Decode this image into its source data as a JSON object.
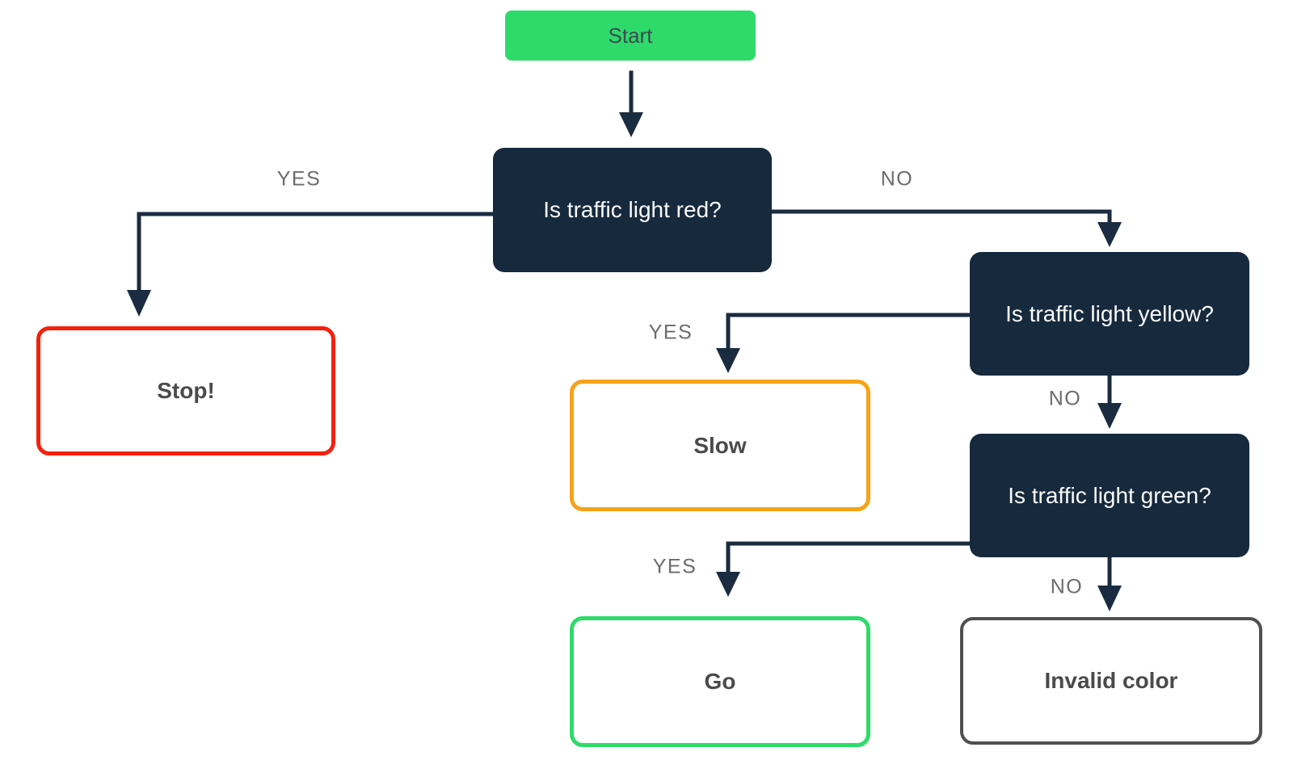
{
  "diagram": {
    "nodes": {
      "start": {
        "label": "Start",
        "type": "start",
        "fill": "#2EDB6A",
        "text_color": "#3D4A53"
      },
      "q_red": {
        "label": "Is traffic light red?",
        "type": "decision",
        "fill": "#16293D",
        "text_color": "#FAFAFA"
      },
      "q_yellow": {
        "label": "Is traffic light yellow?",
        "type": "decision",
        "fill": "#16293D",
        "text_color": "#FAFAFA"
      },
      "q_green": {
        "label": "Is traffic light green?",
        "type": "decision",
        "fill": "#16293D",
        "text_color": "#FAFAFA"
      },
      "stop": {
        "label": "Stop!",
        "type": "outcome",
        "border_color": "#F2220F",
        "text_color": "#4A4A4A"
      },
      "slow": {
        "label": "Slow",
        "type": "outcome",
        "border_color": "#F7A219",
        "text_color": "#4A4A4A"
      },
      "go": {
        "label": "Go",
        "type": "outcome",
        "border_color": "#2EDB6A",
        "text_color": "#4A4A4A"
      },
      "invalid": {
        "label": "Invalid color",
        "type": "outcome",
        "border_color": "#4F4F4F",
        "text_color": "#4A4A4A"
      }
    },
    "edges": {
      "start_to_q_red": {
        "from": "start",
        "to": "q_red",
        "label": ""
      },
      "q_red_yes": {
        "from": "q_red",
        "to": "stop",
        "label": "YES"
      },
      "q_red_no": {
        "from": "q_red",
        "to": "q_yellow",
        "label": "NO"
      },
      "q_yellow_yes": {
        "from": "q_yellow",
        "to": "slow",
        "label": "YES"
      },
      "q_yellow_no": {
        "from": "q_yellow",
        "to": "q_green",
        "label": "NO"
      },
      "q_green_yes": {
        "from": "q_green",
        "to": "go",
        "label": "YES"
      },
      "q_green_no": {
        "from": "q_green",
        "to": "invalid",
        "label": "NO"
      }
    },
    "colors": {
      "edge": "#1B2B40",
      "background": "#FFFFFF",
      "branch_label": "#6B6B6B"
    }
  }
}
